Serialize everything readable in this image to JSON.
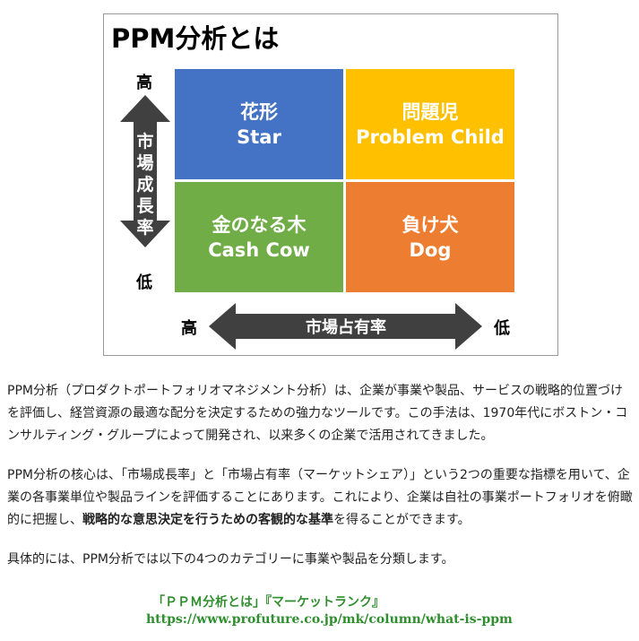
{
  "figure": {
    "title": "PPM分析とは",
    "quadrants": [
      {
        "jp": "花形",
        "en": "Star",
        "color": "#4472C4"
      },
      {
        "jp": "問題児",
        "en": "Problem Child",
        "color": "#FFC000"
      },
      {
        "jp": "金のなる木",
        "en": "Cash Cow",
        "color": "#70AD47"
      },
      {
        "jp": "負け犬",
        "en": "Dog",
        "color": "#ED7D31"
      }
    ],
    "y_axis": {
      "label": "市場成長率",
      "high": "高",
      "low": "低"
    },
    "x_axis": {
      "label": "市場占有率",
      "high": "高",
      "low": "低"
    }
  },
  "paragraphs": {
    "p1": "PPM分析（プロダクトポートフォリオマネジメント分析）は、企業が事業や製品、サービスの戦略的位置づけを評価し、経営資源の最適な配分を決定するための強力なツールです。この手法は、1970年代にボストン・コンサルティング・グループによって開発され、以来多くの企業で活用されてきました。",
    "p2a": "PPM分析の核心は、「市場成長率」と「市場占有率（マーケットシェア）」という2つの重要な指標を用いて、企業の各事業単位や製品ラインを評価することにあります。これにより、企業は自社の事業ポートフォリオを俯瞰的に把握し、",
    "p2b": "戦略的な意思決定を行うための客観的な基準",
    "p2c": "を得ることができます。",
    "p3": "具体的には、PPM分析では以下の4つのカテゴリーに事業や製品を分類します。"
  },
  "citation": {
    "title": "「ＰＰＭ分析とは」『マーケットランク』",
    "url": "https://www.profuture.co.jp/mk/column/what-is-ppm"
  }
}
